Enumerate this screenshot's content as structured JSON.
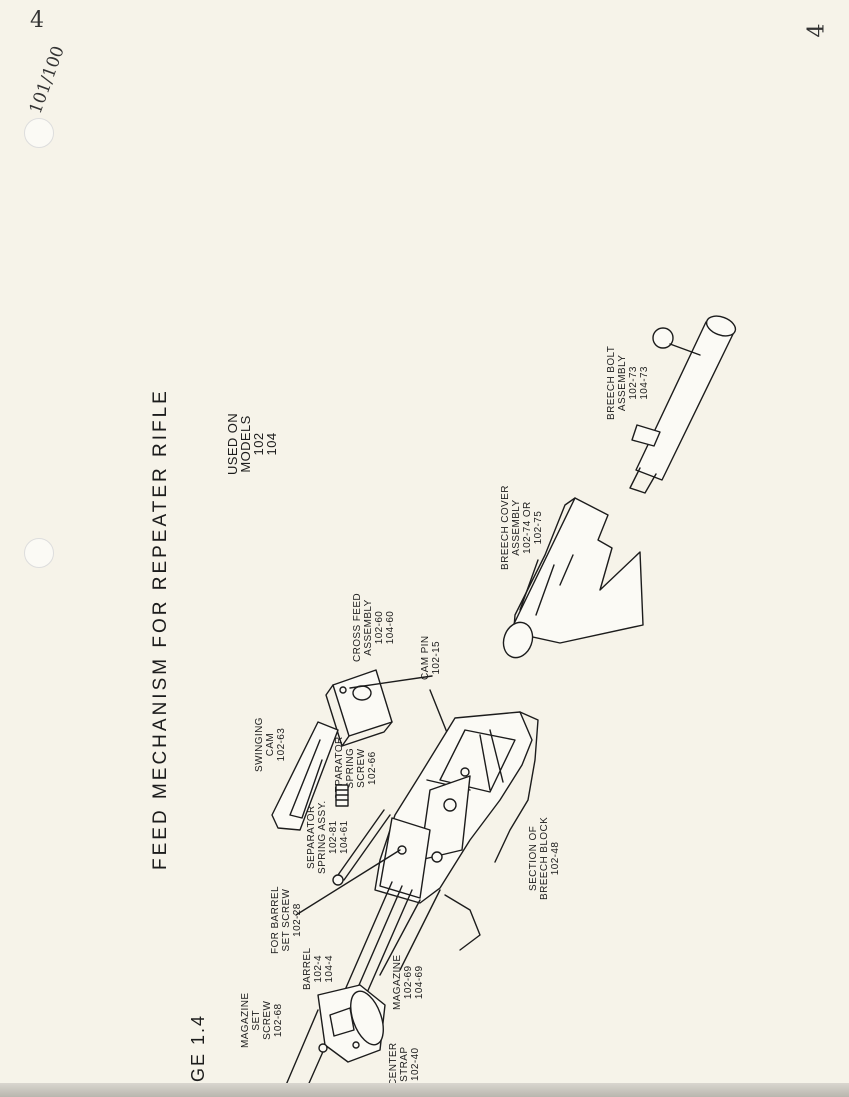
{
  "title": "FEED MECHANISM FOR REPEATER RIFLE",
  "page_label": "-GE 1.4",
  "handwritten": {
    "top_right_a": "4",
    "top_right_b": "4",
    "top_left": "101/100"
  },
  "used_on": [
    "USED ON",
    "MODELS",
    "102",
    "104"
  ],
  "parts": [
    {
      "id": "breech-bolt",
      "lines": [
        "BREECH BOLT",
        "ASSEMBLY",
        "102-73",
        "104-73"
      ]
    },
    {
      "id": "breech-cover",
      "lines": [
        "BREECH COVER",
        "ASSEMBLY",
        "102-74 OR",
        "102-75"
      ]
    },
    {
      "id": "cross-feed",
      "lines": [
        "CROSS FEED",
        "ASSEMBLY",
        "102-60",
        "104-60"
      ]
    },
    {
      "id": "cam-pin",
      "lines": [
        "CAM PIN",
        "102-15"
      ]
    },
    {
      "id": "swinging-cam",
      "lines": [
        "SWINGING",
        "CAM",
        "102-63"
      ]
    },
    {
      "id": "separator-screw",
      "lines": [
        "SEPARATOR",
        "SPRING",
        "SCREW",
        "102-66"
      ]
    },
    {
      "id": "separator-spring",
      "lines": [
        "SEPARATOR",
        "SPRING ASSY.",
        "102-81",
        "104-61"
      ]
    },
    {
      "id": "breech-block",
      "lines": [
        "SECTION OF",
        "BREECH BLOCK",
        "102-48"
      ]
    },
    {
      "id": "barrel-set-screw",
      "lines": [
        "FOR BARREL",
        "SET SCREW",
        "102-28"
      ]
    },
    {
      "id": "barrel",
      "lines": [
        "BARREL",
        "102-4",
        "104-4"
      ]
    },
    {
      "id": "magazine",
      "lines": [
        "MAGAZINE",
        "102-69",
        "104-69"
      ]
    },
    {
      "id": "magazine-set-screw",
      "lines": [
        "MAGAZINE",
        "SET",
        "SCREW",
        "102-68"
      ]
    },
    {
      "id": "center-strap",
      "lines": [
        "CENTER",
        "STRAP",
        "102-40"
      ]
    }
  ]
}
